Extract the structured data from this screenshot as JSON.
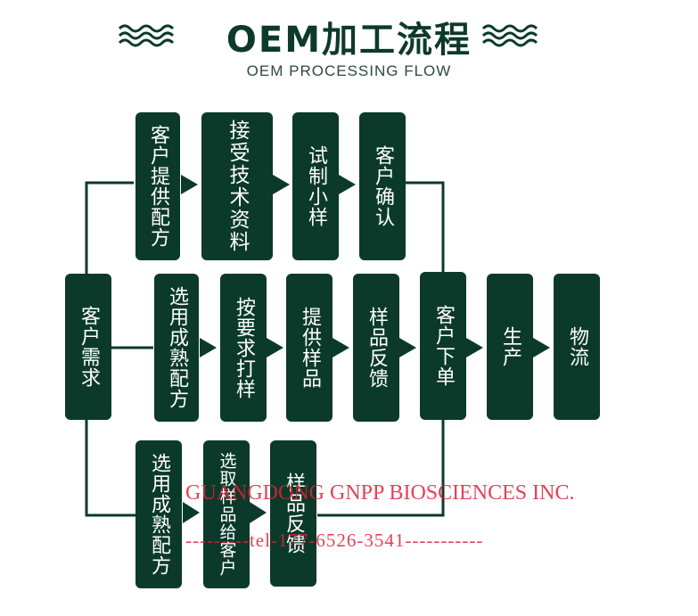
{
  "header": {
    "title": "OEM加工流程",
    "subtitle": "OEM PROCESSING FLOW"
  },
  "colors": {
    "box": "#0b3a2a",
    "line": "#0b3a2a",
    "watermark": "#e0203a"
  },
  "nodes": {
    "customer_demand": "客户需求",
    "row1": [
      "客户提供配方",
      "接受技术资料",
      "试制小样",
      "客户确认"
    ],
    "row2": [
      "选用成熟配方",
      "按要求打样",
      "提供样品",
      "样品反馈"
    ],
    "row3": [
      "选用成熟配方",
      "选取样品给客户",
      "样品反馈"
    ],
    "customer_order": "客户下单",
    "production": "生产",
    "logistics": "物流"
  },
  "watermark": {
    "company": "GUANGDONG GNPP BIOSCIENCES INC.",
    "tel_line": "---------tel-177-6526-3541-----------"
  }
}
